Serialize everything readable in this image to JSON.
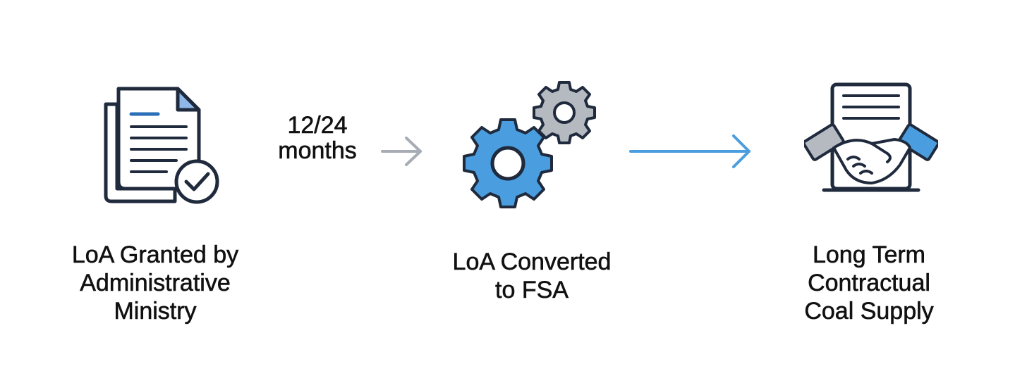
{
  "steps": [
    {
      "icon": "document-check-icon",
      "label_lines": [
        "LoA Granted by",
        "Administrative",
        "Ministry"
      ]
    },
    {
      "icon": "gears-icon",
      "label_lines": [
        "LoA Converted",
        "to FSA"
      ]
    },
    {
      "icon": "contract-handshake-icon",
      "label_lines": [
        "Long Term",
        "Contractual",
        "Coal Supply"
      ]
    }
  ],
  "transitions": [
    {
      "label_lines": [
        "12/24",
        "months"
      ],
      "color": "#a8adb5"
    },
    {
      "label_lines": [],
      "color": "#4a9ee0"
    }
  ],
  "colors": {
    "outline": "#1f2a3d",
    "accent_blue": "#4a9ee0",
    "gear_gray": "#b5b9c0"
  }
}
